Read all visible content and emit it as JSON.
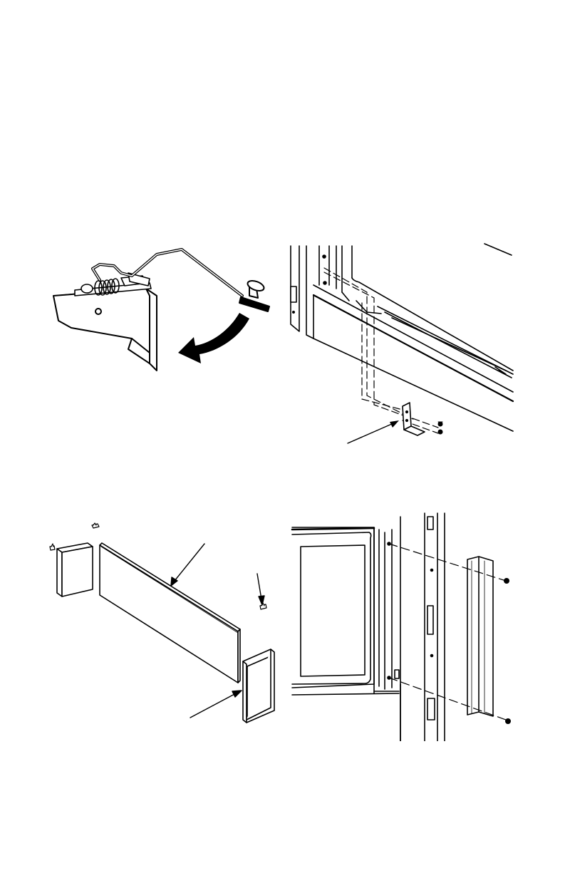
{
  "page": {
    "background": "#ffffff",
    "line_color": "#000000"
  },
  "figures": [
    {
      "id": "fig1",
      "depicts": "latch-assembly",
      "icons": [
        "spring-icon",
        "knob-icon",
        "curved-arrow-icon"
      ]
    },
    {
      "id": "fig2",
      "depicts": "bracket-mounting",
      "icons": [
        "bracket-icon",
        "screw-icon",
        "callout-arrow-icon"
      ]
    },
    {
      "id": "fig3",
      "depicts": "panel-assembly",
      "icons": [
        "panel-icon",
        "frame-icon",
        "clip-icon",
        "callout-arrow-icon"
      ]
    },
    {
      "id": "fig4",
      "depicts": "trim-mounting",
      "icons": [
        "trim-strip-icon",
        "screw-icon",
        "door-frame-icon"
      ]
    }
  ]
}
